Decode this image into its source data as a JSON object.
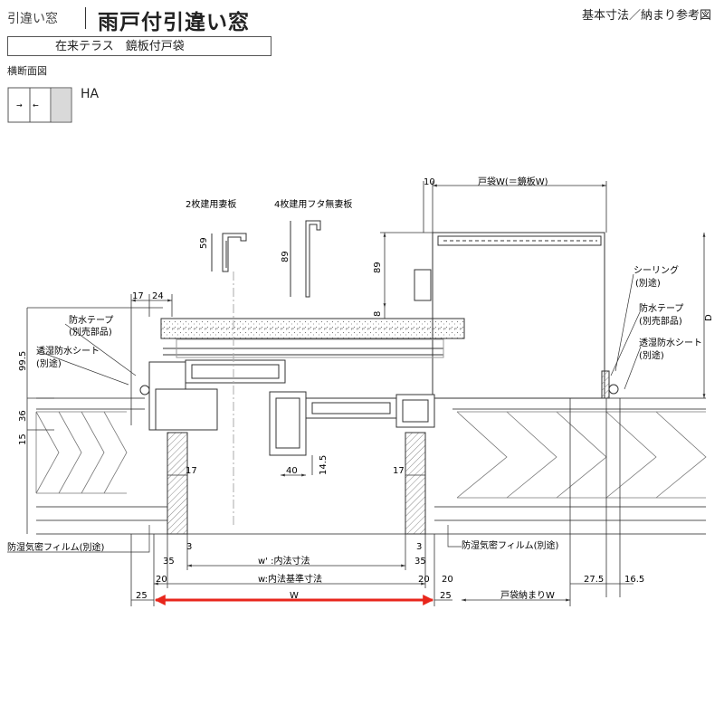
{
  "header": {
    "category": "引違い窓",
    "title": "雨戸付引違い窓",
    "subtitle": "在来テラス　鏡板付戸袋",
    "right_title": "基本寸法／納まり参考図"
  },
  "section_label": "横断面図",
  "type_code": "HA",
  "inset_labels": {
    "panel_2": "2枚建用妻板",
    "panel_4": "4枚建用フタ無妻板"
  },
  "dims": {
    "d10": "10",
    "tobukuro_w": "戸袋W(＝鏡板W)",
    "d59": "59",
    "d89a": "89",
    "d89b": "89",
    "d8": "8",
    "d17a": "17",
    "d24": "24",
    "d99_5": "99.5",
    "d36": "36",
    "d15": "15",
    "d17b": "17",
    "d40": "40",
    "d14_5": "14.5",
    "d17c": "17",
    "d3a": "3",
    "d3b": "3",
    "d35a": "35",
    "d35b": "35",
    "d20a": "20",
    "d20b": "20",
    "d20c": "20",
    "d25a": "25",
    "d25b": "25",
    "d27_5": "27.5",
    "d16_5": "16.5",
    "D": "D",
    "w_prime": "w' :内法寸法",
    "w_base": "w:内法基準寸法",
    "W": "W",
    "tobukuro_osamari": "戸袋納まりW"
  },
  "callouts": {
    "waterproof_tape_l1": "防水テープ",
    "waterproof_tape_l2": "(別売部品)",
    "moisture_sheet_l1": "透湿防水シート",
    "moisture_sheet_l2": "(別途)",
    "sealing_l1": "シーリング",
    "sealing_l2": "(別途)",
    "r_waterproof_tape_l1": "防水テープ",
    "r_waterproof_tape_l2": "(別売部品)",
    "r_moisture_sheet_l1": "透湿防水シート",
    "r_moisture_sheet_l2": "(別途)",
    "airtight_film_left": "防湿気密フィルム(別途)",
    "airtight_film_right": "防湿気密フィルム(別途)"
  },
  "colors": {
    "line": "#333333",
    "red_arrow": "#e8261c",
    "hatch_gray": "#888888",
    "panel_gray": "#d9d9d9"
  }
}
